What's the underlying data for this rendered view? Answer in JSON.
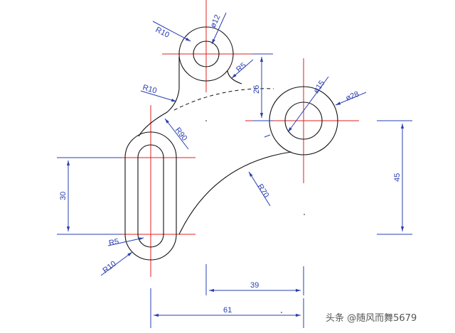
{
  "labels": {
    "r10_top": "R10",
    "dia12": "ø12",
    "r5_right": "R5",
    "dim26": "26",
    "dia15": "ø15",
    "dia28": "ø28",
    "r10_left": "R10",
    "r90": "R90",
    "r70": "R70",
    "dim30": "30",
    "dim45": "45",
    "r5_slot": "R5",
    "r10_slot": "R10",
    "dim39": "39",
    "dim61": "61"
  },
  "watermark": "头条 @随风而舞5679",
  "colors": {
    "object_line": "#111111",
    "center_line": "#e02020",
    "dimension": "#2a3fb0"
  }
}
